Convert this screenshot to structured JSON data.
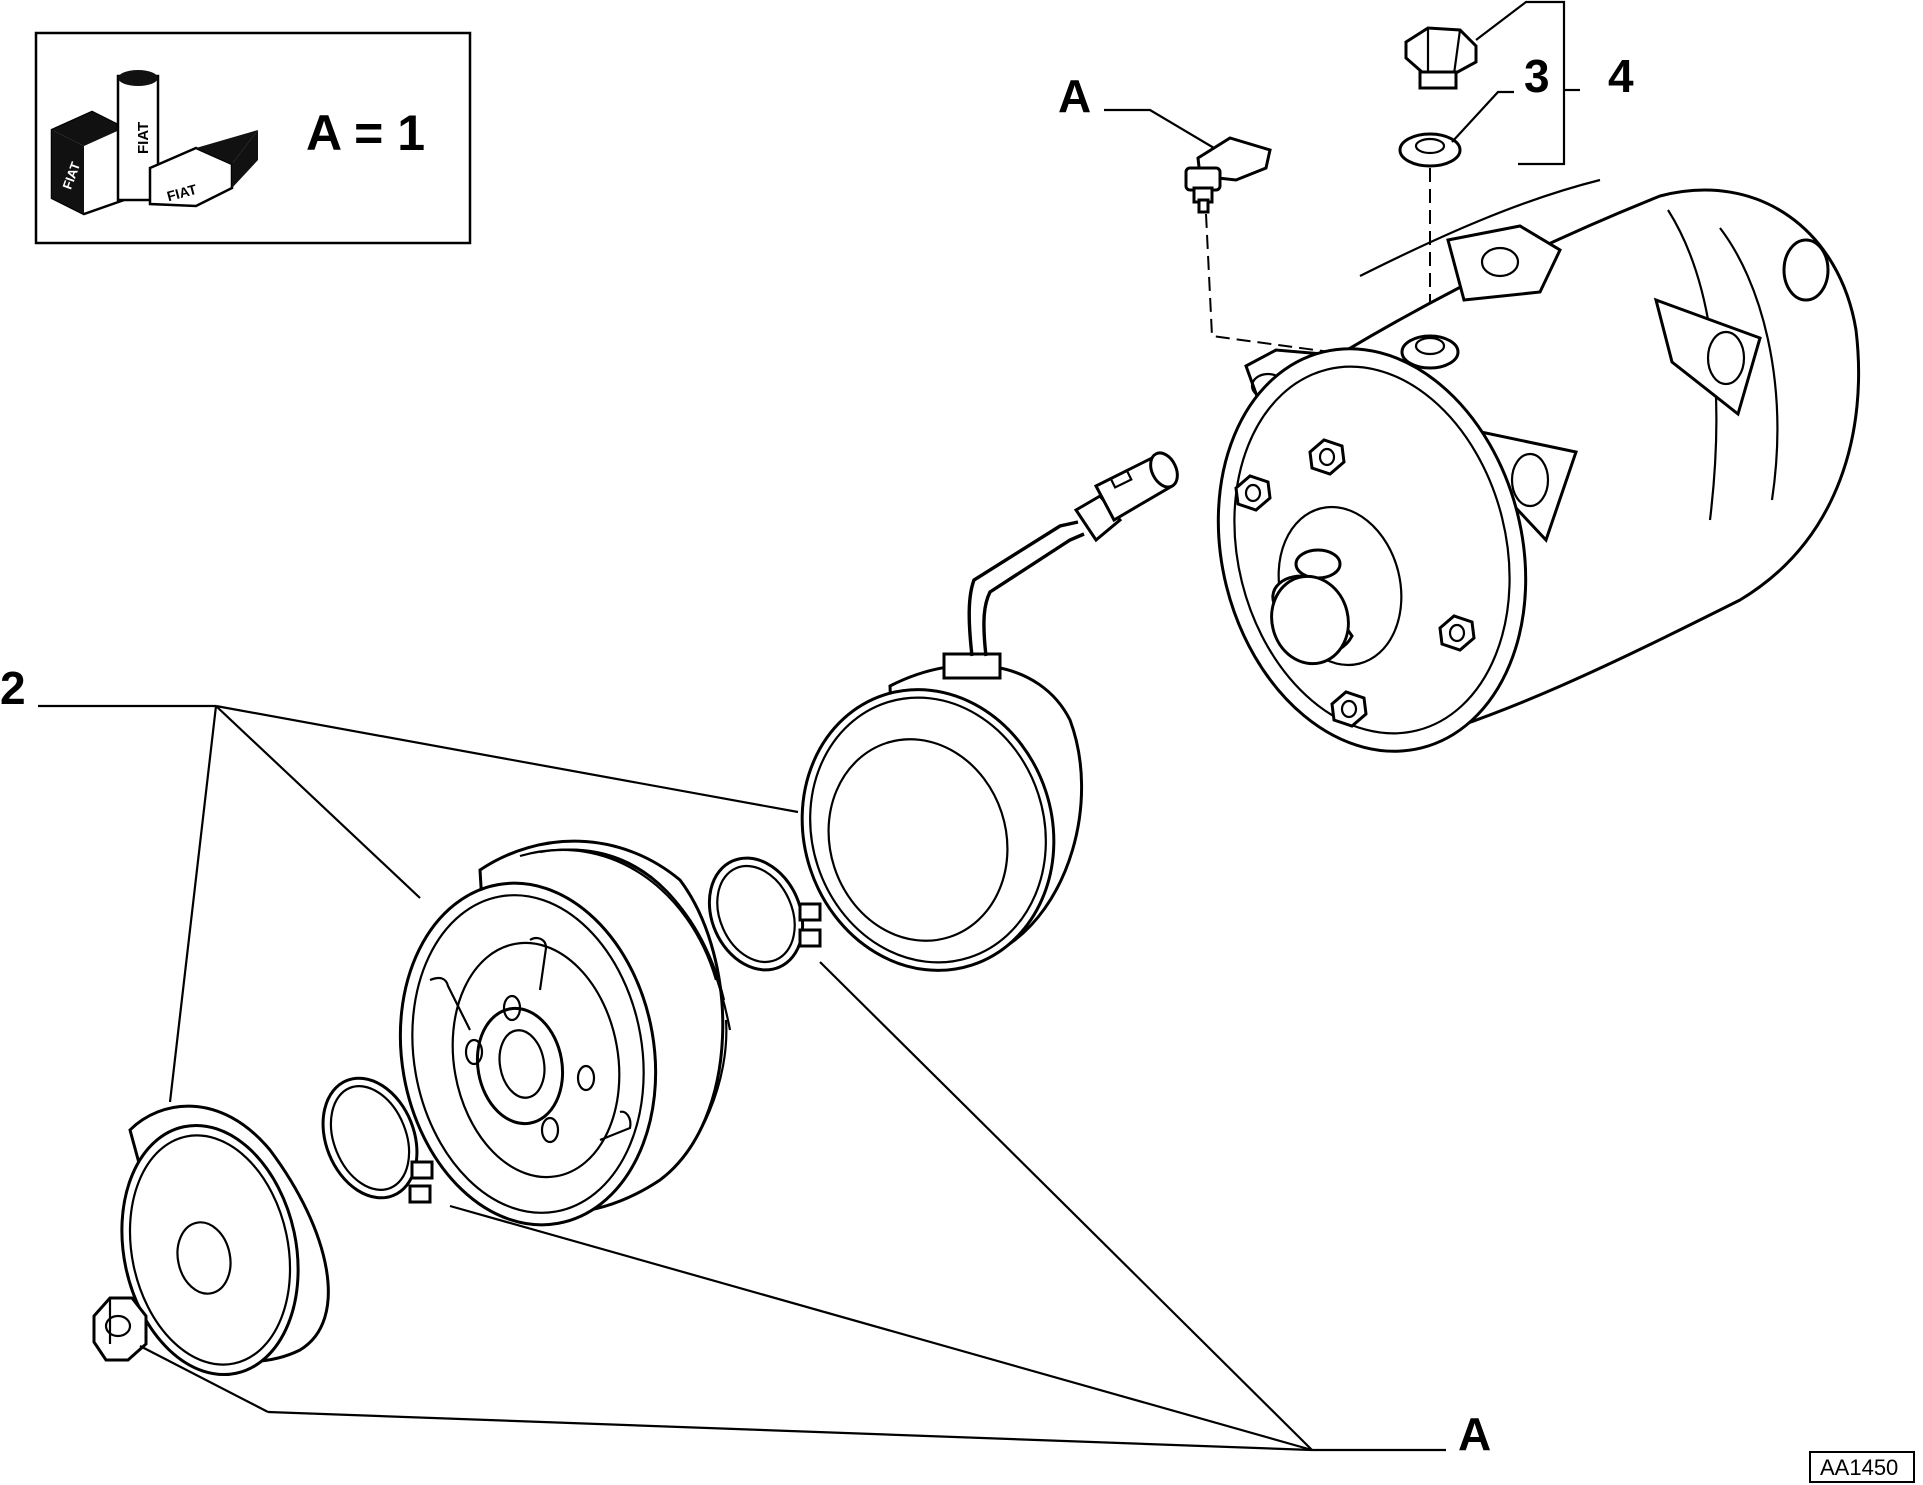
{
  "legend": {
    "text": "A = 1",
    "logo_text": "FIAT"
  },
  "callouts": {
    "item_2": "2",
    "item_3": "3",
    "item_4": "4",
    "a_top": "A",
    "a_bottom": "A"
  },
  "reference_code": "AA1450",
  "icons": [
    "fiat-kit-icon",
    "bolt-icon",
    "washer-icon",
    "sensor-icon",
    "compressor-icon",
    "clutch-coil-icon",
    "circlip-icon",
    "pulley-icon",
    "clutch-plate-icon",
    "nut-icon"
  ]
}
